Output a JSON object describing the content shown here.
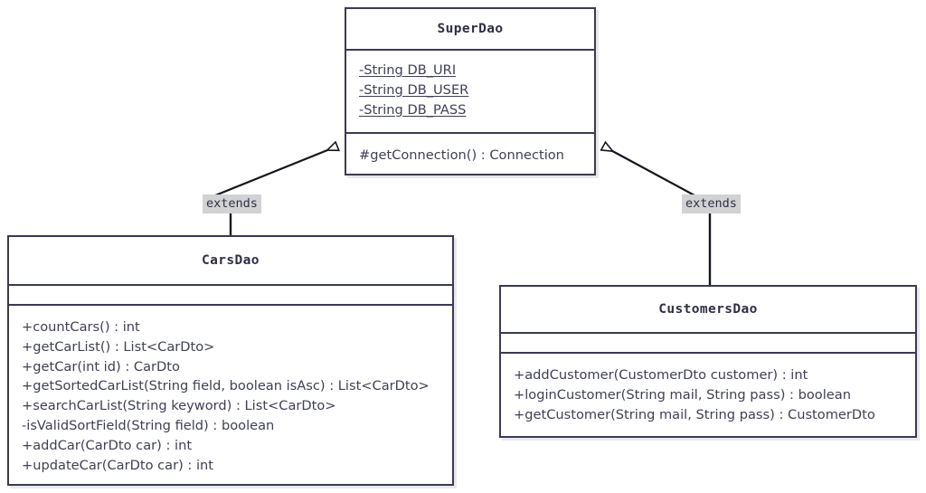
{
  "diagram": {
    "type": "uml-class-diagram",
    "background_color": "#ffffff",
    "border_color": "#3a3a52",
    "text_color": "#3f3f57",
    "label_background_color": "#d2d2d4",
    "classes": [
      {
        "id": "superdao",
        "name": "SuperDao",
        "attributes": [
          {
            "text": "-String DB_URI",
            "static": true
          },
          {
            "text": "-String DB_USER",
            "static": true
          },
          {
            "text": "-String DB_PASS",
            "static": true
          }
        ],
        "operations": [
          {
            "text": "#getConnection() : Connection",
            "static": false
          }
        ]
      },
      {
        "id": "carsdao",
        "name": "CarsDao",
        "attributes": [],
        "operations": [
          {
            "text": "+countCars() : int",
            "static": false
          },
          {
            "text": "+getCarList() : List<CarDto>",
            "static": false
          },
          {
            "text": "+getCar(int id) : CarDto",
            "static": false
          },
          {
            "text": "+getSortedCarList(String field, boolean isAsc) : List<CarDto>",
            "static": false
          },
          {
            "text": "+searchCarList(String keyword) : List<CarDto>",
            "static": false
          },
          {
            "text": "-isValidSortField(String field) : boolean",
            "static": false
          },
          {
            "text": "+addCar(CarDto car) : int",
            "static": false
          },
          {
            "text": "+updateCar(CarDto car) : int",
            "static": false
          }
        ]
      },
      {
        "id": "customersdao",
        "name": "CustomersDao",
        "attributes": [],
        "operations": [
          {
            "text": "+addCustomer(CustomerDto customer) : int",
            "static": false
          },
          {
            "text": "+loginCustomer(String mail, String pass) : boolean",
            "static": false
          },
          {
            "text": "+getCustomer(String mail, String pass) : CustomerDto",
            "static": false
          }
        ]
      }
    ],
    "relationships": [
      {
        "id": "carsdao-extends-superdao",
        "label": "extends",
        "kind": "generalization",
        "from": "CarsDao",
        "to": "SuperDao"
      },
      {
        "id": "customersdao-extends-superdao",
        "label": "extends",
        "kind": "generalization",
        "from": "CustomersDao",
        "to": "SuperDao"
      }
    ]
  }
}
